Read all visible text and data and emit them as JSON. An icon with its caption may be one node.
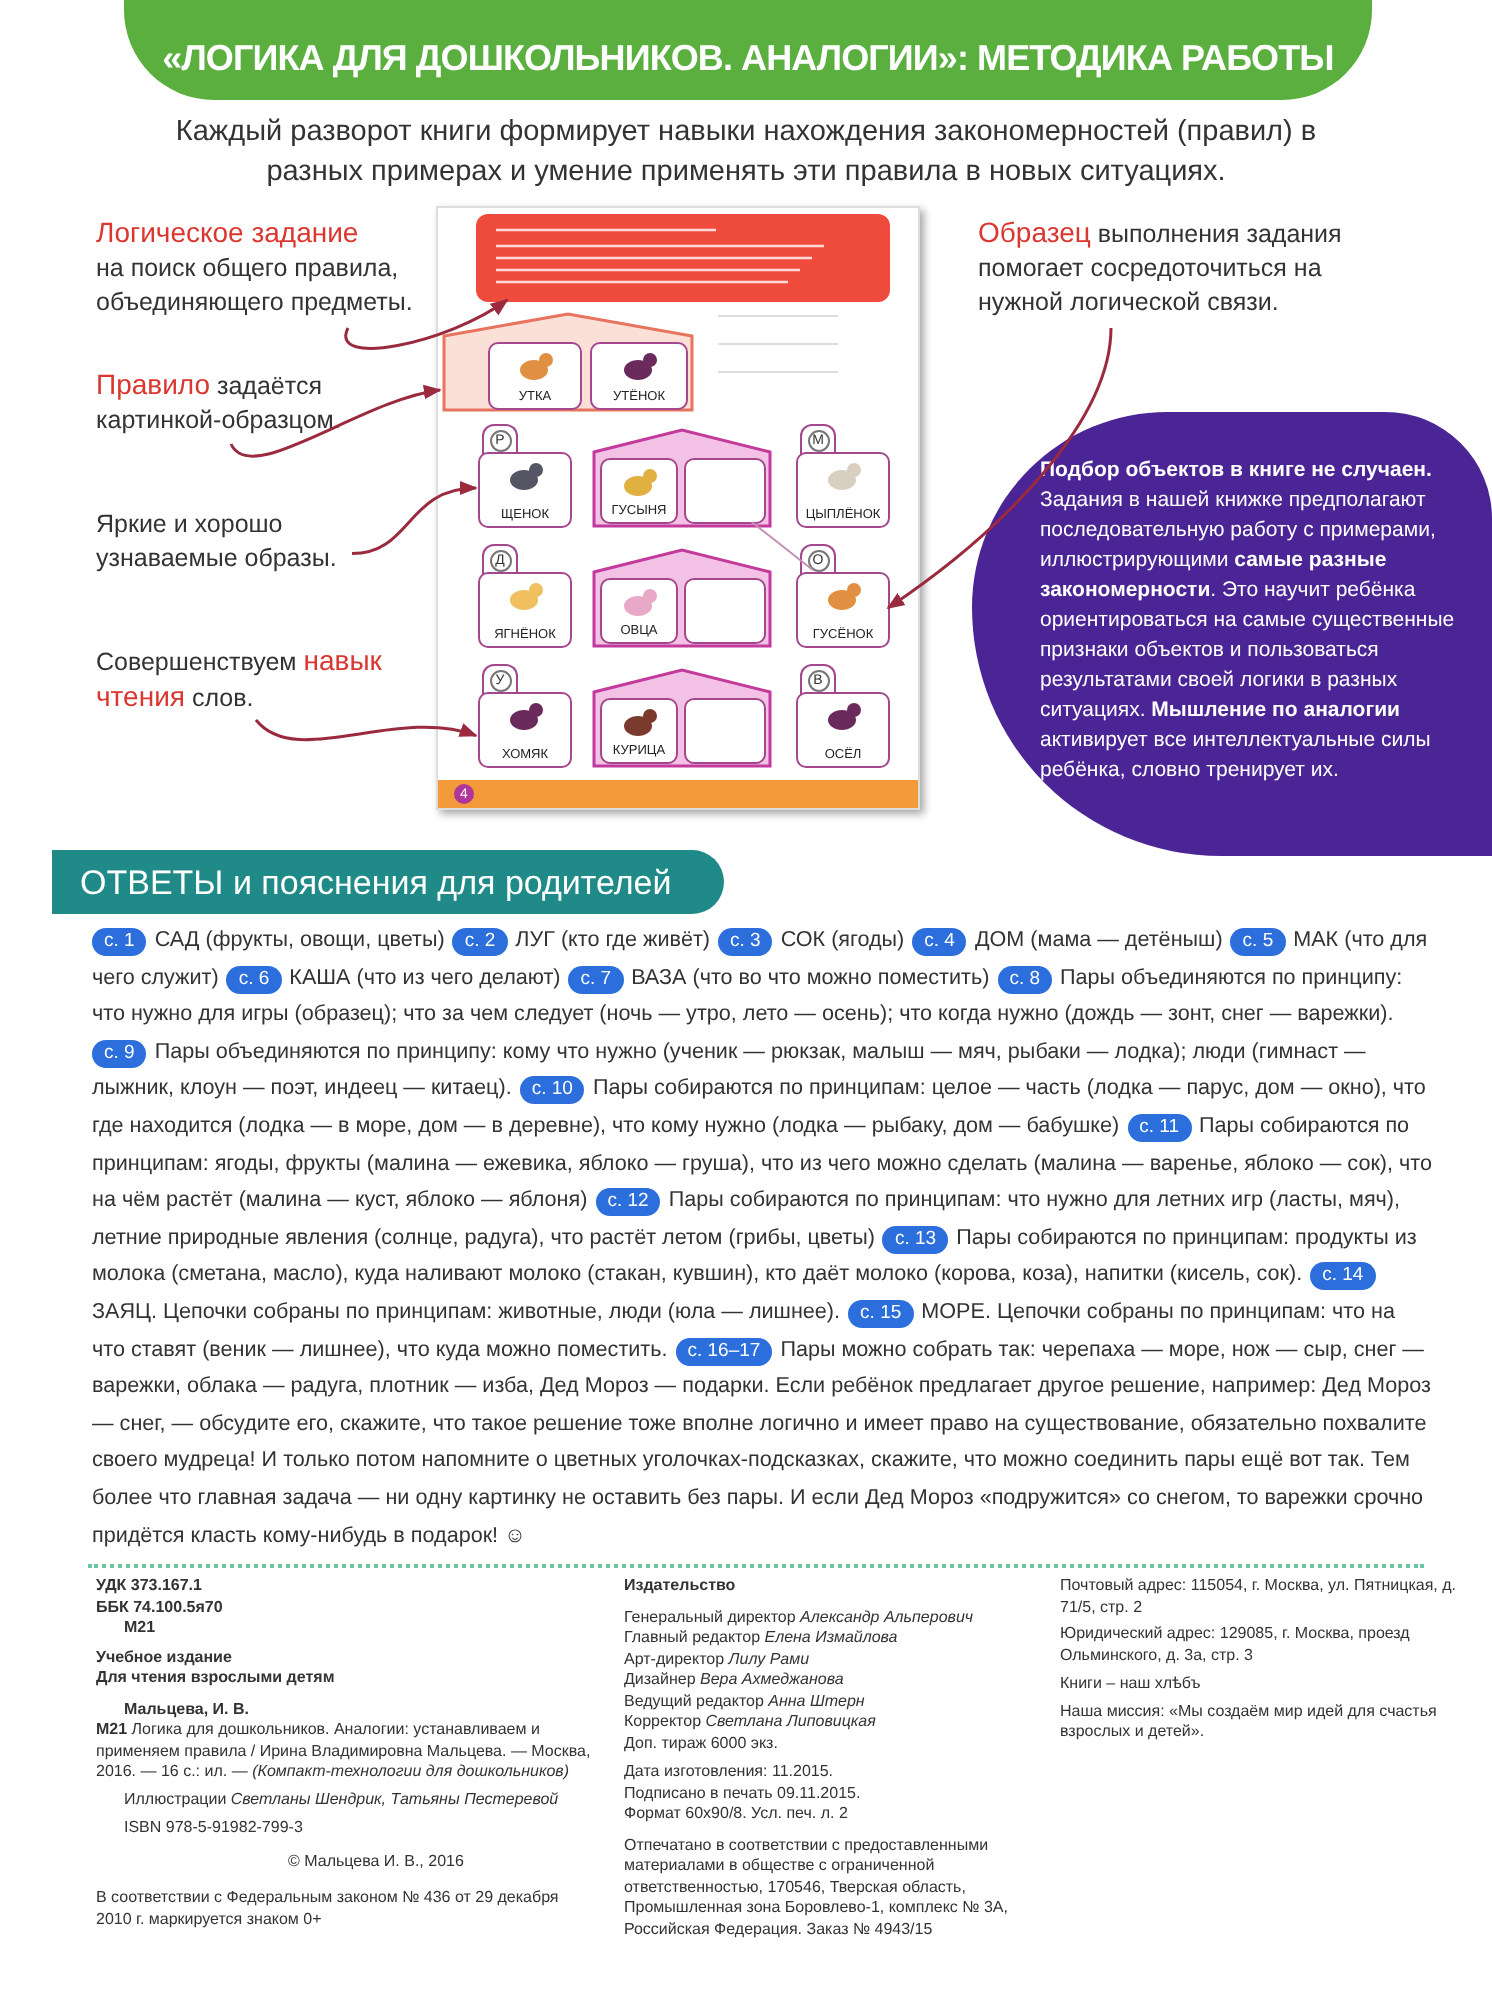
{
  "diagram": {
    "title": "«ЛОГИКА ДЛЯ ДОШКОЛЬНИКОВ. АНАЛОГИИ»: МЕТОДИКА РАБОТЫ",
    "nodes": [
      {
        "text": [
          "Логическое задание",
          "на поиск общего правила, объединяющего предметы."
        ]
      },
      {
        "text": [
          "Правило",
          "задаётся картинкой-образцом."
        ]
      },
      {
        "text": [
          "Яркие и хорошо узнаваемые образы."
        ]
      },
      {
        "text": [
          "Совершенствуем",
          "навык чтения",
          "слов."
        ]
      },
      {
        "text": [
          "Образец",
          "выполнения задания помогает сосредоточиться на нужной логической связи."
        ]
      },
      {
        "text": [],
        "shape": "box"
      },
      {
        "text": [],
        "shape": "box",
        "in": 5
      },
      {
        "text": [],
        "shape": "house",
        "in": 5
      },
      {
        "text": [
          "УТКА"
        ],
        "in": 7
      },
      {
        "text": [
          "УТЁНОК"
        ],
        "in": 7
      },
      {
        "text": [
          "ЩЕНОК"
        ],
        "in": 5,
        "beside": [
          "Р"
        ]
      },
      {
        "text": [],
        "shape": "house",
        "in": 5
      },
      {
        "text": [
          "ГУСЫНЯ"
        ],
        "in": 11
      },
      {
        "text": [],
        "shape": "box",
        "in": 11
      },
      {
        "text": [
          "ЦЫПЛЁНОК"
        ],
        "in": 5,
        "beside": [
          "М"
        ]
      },
      {
        "text": [
          "ЯГНЁНОК"
        ],
        "in": 5,
        "beside": [
          "Д"
        ]
      },
      {
        "text": [],
        "shape": "house",
        "in": 5
      },
      {
        "text": [
          "ОВЦА"
        ],
        "in": 16
      },
      {
        "text": [],
        "shape": "box",
        "in": 16
      },
      {
        "text": [
          "ГУСЁНОК"
        ],
        "in": 5,
        "beside": [
          "О"
        ]
      },
      {
        "text": [
          "ХОМЯК"
        ],
        "in": 5,
        "beside": [
          "У"
        ]
      },
      {
        "text": [],
        "shape": "house",
        "in": 5
      },
      {
        "text": [
          "КУРИЦА"
        ],
        "in": 21
      },
      {
        "text": [],
        "shape": "box",
        "in": 21
      },
      {
        "text": [
          "ОСЁЛ"
        ],
        "in": 5,
        "beside": [
          "В"
        ]
      },
      {
        "text": [
          "**Подбор объектов в книге не случаен.** Задания в нашей книжке предполагают последовательную работу с примерами, иллюстрирующими **самые разные закономерности**. Это научит ребёнка ориентироваться на самые существенные признаки объектов и пользоваться результатами своей логики в разных ситуациях. **Мышление по аналогии** активирует все интеллектуальные силы ребёнка, словно тренирует их."
        ]
      }
    ],
    "edges": [
      {
        "from": 0,
        "to": 6,
        "arrow": "to"
      },
      {
        "from": 1,
        "to": 7,
        "arrow": "to"
      },
      {
        "from": 2,
        "to": 10,
        "arrow": "to"
      },
      {
        "from": 3,
        "to": 20,
        "arrow": "to"
      },
      {
        "from": 4,
        "to": 19,
        "arrow": "to"
      },
      {
        "from": 13,
        "to": 19,
        "arrow": "none",
        "color": "#c58fb5"
      }
    ],
    "labels": [
      "Каждый разворот книги формирует навыки нахождения закономерностей (правил) в разных примерах и умение применять эти правила в новых ситуациях.",
      "4",
      "ОТВЕТЫ и пояснения для родителей",
      "с. 1",
      "САД (фрукты, овощи, цветы)",
      "с. 2",
      "ЛУГ (кто где живёт)",
      "с. 3",
      "СОК (ягоды)",
      "с. 4",
      "ДОМ (мама — детёныш)",
      "с. 5",
      "МАК (что для чего служит)",
      "с. 6",
      "КАША (что из чего делают)",
      "с. 7",
      "ВАЗА (что во что можно поместить)",
      "с. 8",
      "Пары объединяются по принципу: что нужно для игры (образец); что за чем следует (ночь — утро, лето — осень); что когда нужно (дождь — зонт, снег — варежки).",
      "с. 9",
      "Пары объединяются по принципу: кому что нужно (ученик — рюкзак, малыш — мяч, рыбаки — лодка); люди (гимнаст — лыжник, клоун — поэт, индеец — китаец).",
      "с. 10",
      "Пары собираются по принципам: целое — часть (лодка — парус, дом — окно), что где находится (лодка — в море, дом — в деревне), что кому нужно (лодка — рыбаку, дом — бабушке)",
      "с. 11",
      "Пары собираются по принципам: ягоды, фрукты (малина — ежевика, яблоко — груша), что из чего можно сделать (малина — варенье, яблоко — сок), что на чём растёт (малина — куст, яблоко — яблоня)",
      "с. 12",
      "Пары собираются по принципам: что нужно для летних игр (ласты, мяч), летние природные явления (солнце, радуга), что растёт летом (грибы, цветы)",
      "с. 13",
      "Пары собираются по принципам: продукты из молока (сметана, масло), куда наливают молоко (стакан, кувшин), кто даёт молоко (корова, коза), напитки (кисель, сок).",
      "с. 14",
      "ЗАЯЦ. Цепочки собраны по принципам: животные, люди (юла — лишнее).",
      "с. 15",
      "МОРЕ. Цепочки собраны по принципам: что на что ставят (веник — лишнее), что куда можно поместить.",
      "с. 16–17",
      "Пары можно собрать так: черепаха — море, нож — сыр, снег — варежки, облака — радуга, плотник — изба, Дед Мороз — подарки. Если ребёнок предлагает другое решение, например: Дед Мороз — снег, — обсудите его, скажите, что такое решение тоже вполне логично и имеет право на существование, обязательно похвалите своего мудреца! И только потом напомните о цветных уголочках-подсказках, скажите, что можно соединить пары ещё вот так. Тем более что главная задача — ни одну картинку не оставить без пары. И если Дед Мороз «подружится» со снегом, то варежки срочно придётся класть кому-нибудь в подарок! ☺",
      "УДК 373.167.1",
      "ББК 74.100.5я70",
      "М21",
      "Учебное издание",
      "Для чтения взрослыми детям",
      "Мальцева, И. В.",
      "**М21** Логика для дошкольников. Аналогии: устанавливаем и применяем правила / Ирина Владимировна Мальцева. — Москва, 2016. — 16 с.: ил. — *(Компакт-технологии для дошкольников)*",
      "Иллюстрации *Светланы Шендрик, Татьяны Пестеревой*",
      "ISBN 978-5-91982-799-3",
      "© Мальцева И. В., 2016",
      "В соответствии с Федеральным законом № 436 от 29 декабря 2010 г. маркируется знаком 0+",
      "Издательство",
      "Генеральный директор *Александр Альперович*",
      "Главный редактор *Елена Измайлова*",
      "Арт-директор *Лилу Рами*",
      "Дизайнер *Вера Ахмеджанова*",
      "Ведущий редактор *Анна Штерн*",
      "Корректор *Светлана Липовицкая*",
      "Доп. тираж 6000 экз.",
      "Дата изготовления: 11.2015.",
      "Подписано в печать 09.11.2015.",
      "Формат 60x90/8. Усл. печ. л. 2",
      "Отпечатано в соответствии с предоставленными материалами в обществе с ограниченной ответственностью, 170546, Тверская область, Промышленная зона Боровлево-1, комплекс № 3А, Российская Федерация. Заказ № 4943/15",
      "Почтовый адрес: 115054, г. Москва, ул. Пятницкая, д. 71/5, стр. 2",
      "Юридический адрес: 129085, г. Москва, проезд Ольминского, д. 3а, стр. 3",
      "Книги – наш хлѣбъ",
      "Наша миссия: «Мы создаём мир идей для счастья взрослых и детей»."
    ]
  }
}
